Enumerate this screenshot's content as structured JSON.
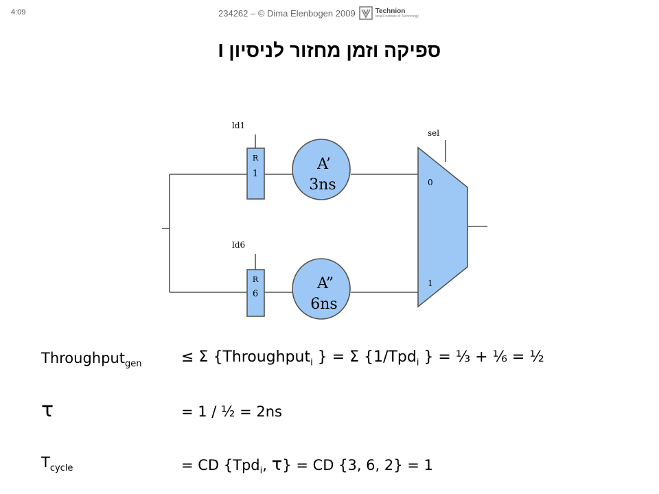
{
  "header": {
    "time": "4:09",
    "course": "234262 – © Dima Elenbogen 2009",
    "logo_text": "Technion",
    "logo_subtext": "Israel Institute of Technology"
  },
  "title": "ספיקה וזמן מחזור לניסיון I",
  "diagram": {
    "reg1": {
      "load": "ld1",
      "letter": "R",
      "index": "1"
    },
    "reg2": {
      "load": "ld6",
      "letter": "R",
      "index": "6"
    },
    "unit1": {
      "name": "A’",
      "delay": "3ns"
    },
    "unit2": {
      "name": "A”",
      "delay": "6ns"
    },
    "mux": {
      "select": "sel",
      "input0": "0",
      "input1": "1"
    },
    "colors": {
      "fill": "#9dc8f5",
      "stroke": "#555555"
    }
  },
  "equations": {
    "throughput": {
      "label": "Throughput",
      "label_sub": "gen",
      "p1": "≤ Σ {Throughput",
      "sub1": "i",
      "p2": " } = Σ {1/Tpd",
      "sub2": "i",
      "p3": " } = ⅓ + ⅙ = ½"
    },
    "tau": {
      "label": "τ",
      "value": "= 1 / ½ = 2ns"
    },
    "cycle": {
      "label": "T",
      "label_sub": "cycle",
      "p1": "= CD {Tpd",
      "sub1": "i",
      "p2": ", ",
      "tau": "τ",
      "p3": "} = CD {3, 6, 2} = 1"
    }
  }
}
